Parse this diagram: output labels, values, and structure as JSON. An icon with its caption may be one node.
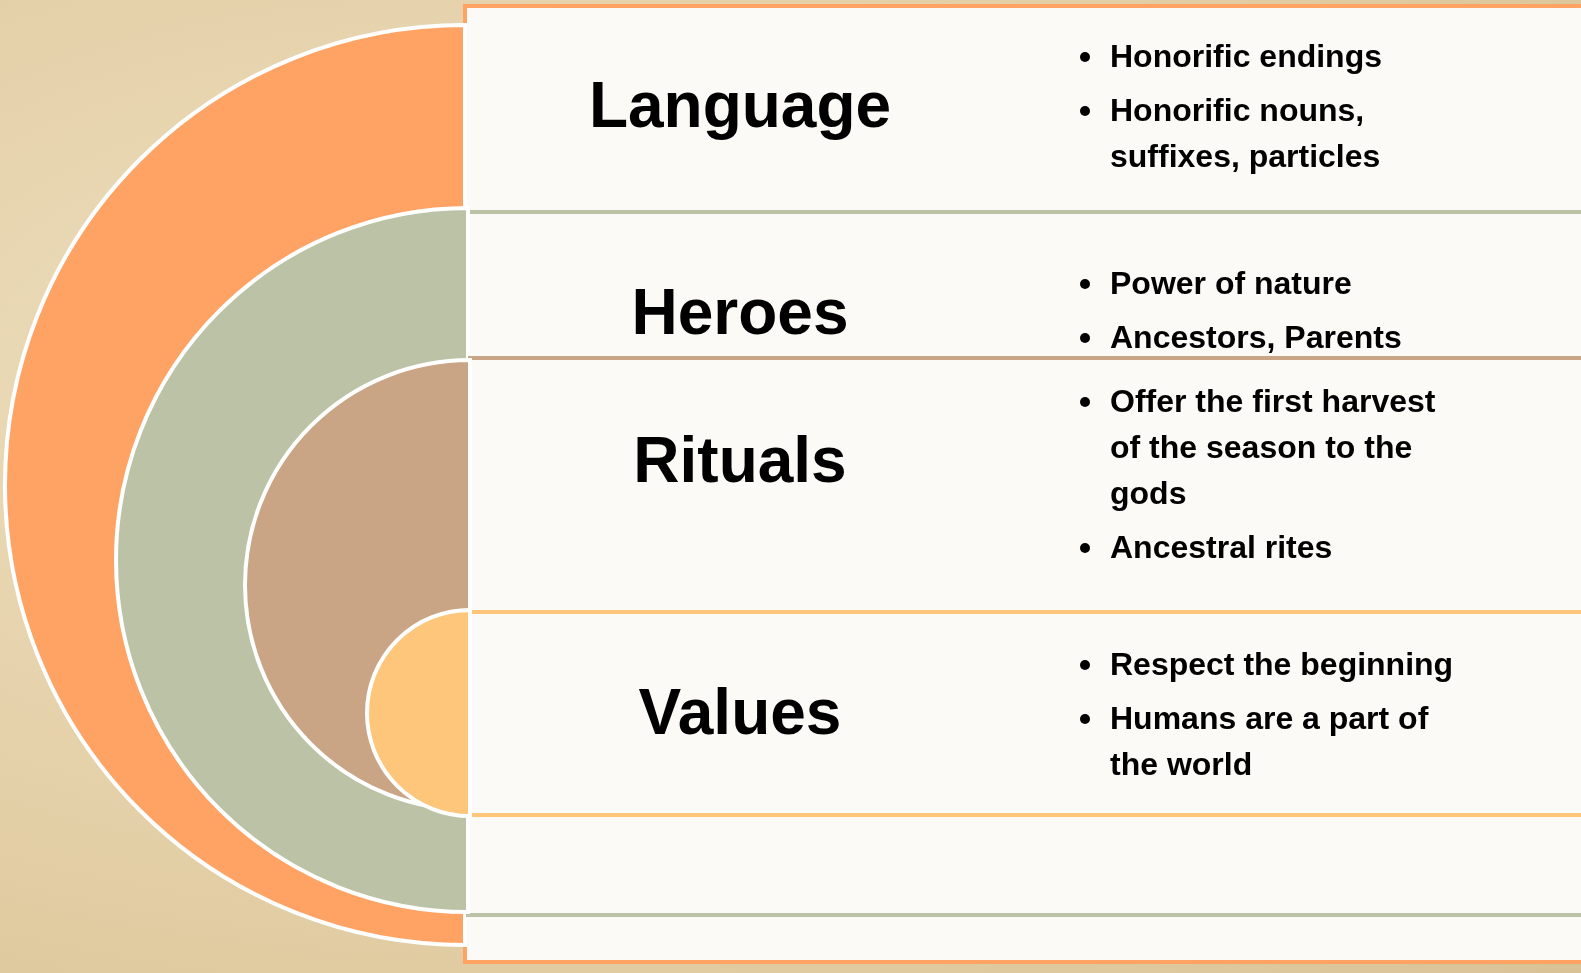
{
  "diagram": {
    "nodes": [
      {
        "text": [
          "Language",
          "Honorific endings",
          "Honorific nouns, suffixes, particles"
        ]
      },
      {
        "text": [
          "Heroes",
          "Power of nature",
          "Ancestors, Parents"
        ],
        "in": 0
      },
      {
        "text": [
          "Rituals",
          "Offer the first harvest of the season to the gods",
          "Ancestral rites"
        ],
        "in": 1
      },
      {
        "text": [
          "Values",
          "Respect the beginning",
          "Humans are a part of the world"
        ],
        "in": 2
      }
    ]
  }
}
